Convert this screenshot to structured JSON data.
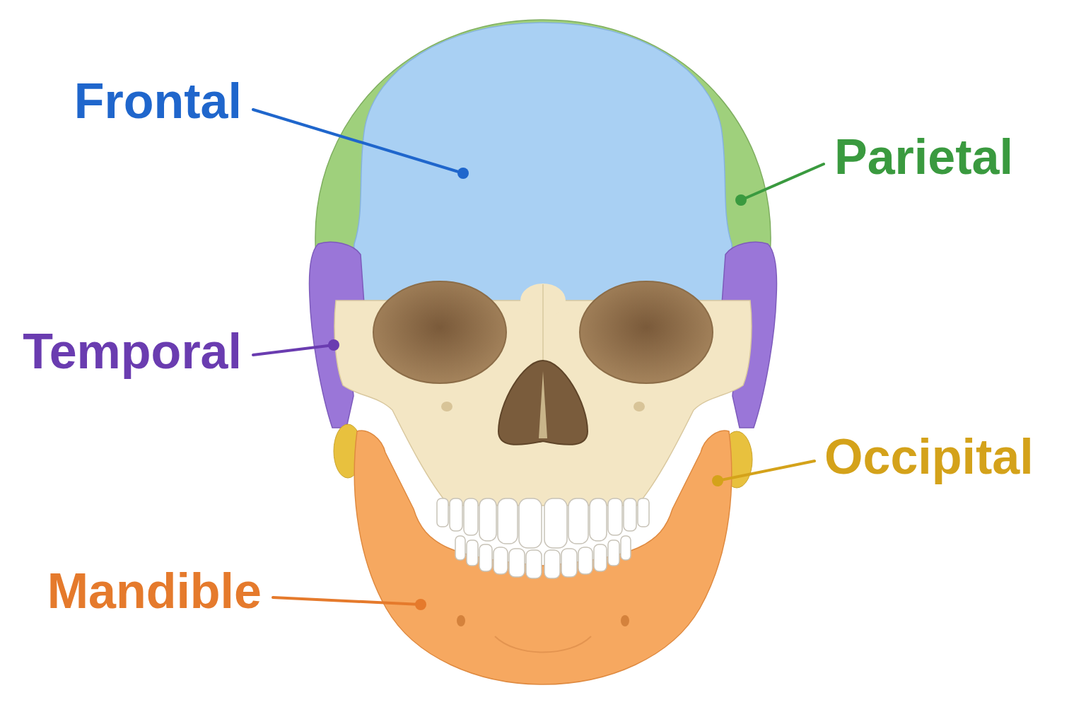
{
  "diagram": {
    "labels": [
      "Frontal",
      "Parietal",
      "Temporal",
      "Occipital",
      "Mandible"
    ]
  }
}
